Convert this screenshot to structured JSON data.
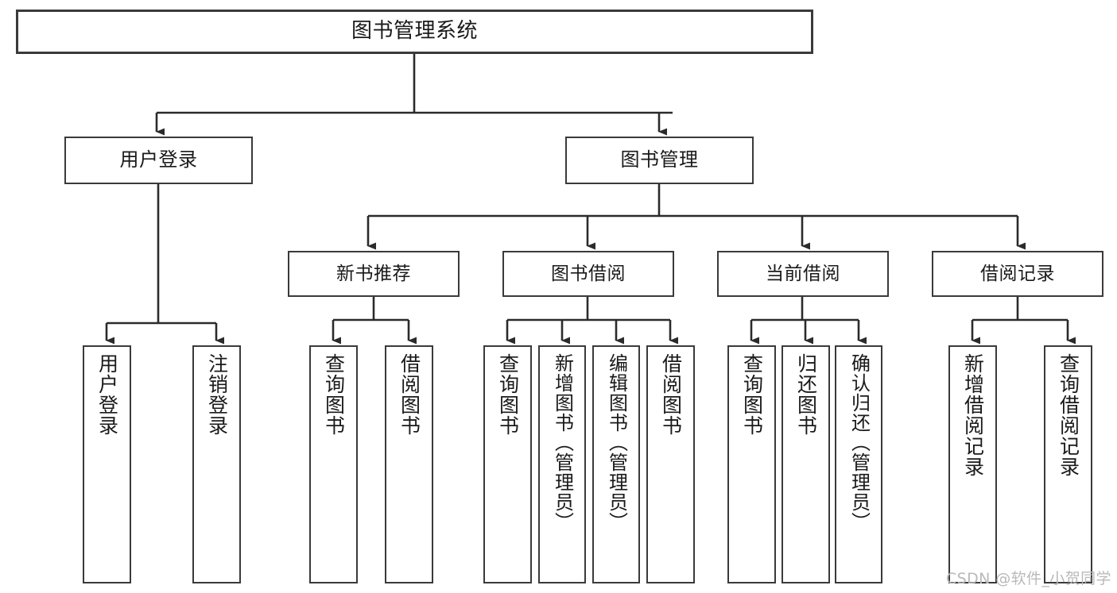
{
  "diagram": {
    "title": "图书管理系统",
    "type": "tree-hierarchy",
    "watermark": "CSDN @软件_小贺同学",
    "colors": {
      "background": "#ffffff",
      "box_border": "#3a3a3a",
      "box_fill": "#ffffff",
      "text": "#1a1a1a",
      "edge": "#2b2b2b",
      "watermark": "#b9b9b9"
    },
    "nodes": {
      "root": {
        "label": "图书管理系统"
      },
      "level2": [
        {
          "id": "user-login",
          "label": "用户登录"
        },
        {
          "id": "book-manage",
          "label": "图书管理"
        }
      ],
      "level3": [
        {
          "id": "new-book-rec",
          "label": "新书推荐"
        },
        {
          "id": "book-borrow",
          "label": "图书借阅"
        },
        {
          "id": "current-borrow",
          "label": "当前借阅"
        },
        {
          "id": "borrow-record",
          "label": "借阅记录"
        }
      ],
      "leaves": {
        "user_login": [
          {
            "id": "leaf-user-login",
            "label": "用户登录"
          },
          {
            "id": "leaf-logout-login",
            "label": "注销登录"
          }
        ],
        "new_book_rec": [
          {
            "id": "leaf-query-book-1",
            "label": "查询图书"
          },
          {
            "id": "leaf-borrow-book-1",
            "label": "借阅图书"
          }
        ],
        "book_borrow": [
          {
            "id": "leaf-query-book-2",
            "label": "查询图书"
          },
          {
            "id": "leaf-add-book",
            "label": "新增图书（管理员）"
          },
          {
            "id": "leaf-edit-book",
            "label": "编辑图书（管理员）"
          },
          {
            "id": "leaf-borrow-book-2",
            "label": "借阅图书"
          }
        ],
        "current_borrow": [
          {
            "id": "leaf-query-book-3",
            "label": "查询图书"
          },
          {
            "id": "leaf-return-book",
            "label": "归还图书"
          },
          {
            "id": "leaf-confirm-return",
            "label": "确认归还（管理员）"
          }
        ],
        "borrow_record": [
          {
            "id": "leaf-add-record",
            "label": "新增借阅记录"
          },
          {
            "id": "leaf-query-record",
            "label": "查询借阅记录"
          }
        ]
      }
    }
  }
}
